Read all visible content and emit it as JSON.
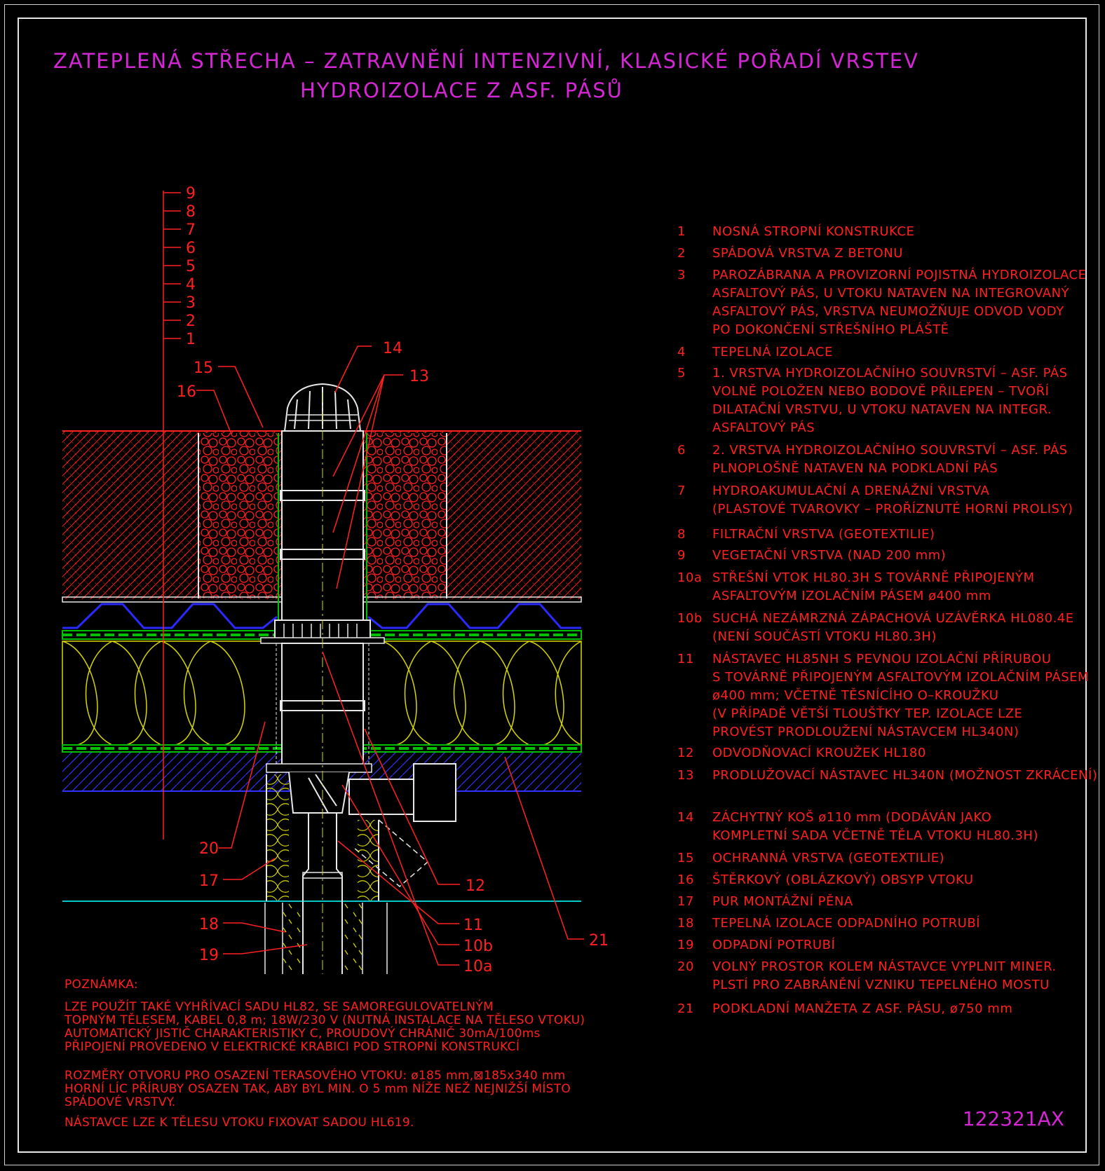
{
  "title": {
    "line1": "ZATEPLENÁ STŘECHA – ZATRAVNĚNÍ INTENZIVNÍ, KLASICKÉ POŘADÍ VRSTEV",
    "line2": "HYDROIZOLACE Z ASF. PÁSŮ"
  },
  "layer_scale": [
    "9",
    "8",
    "7",
    "6",
    "5",
    "4",
    "3",
    "2",
    "1"
  ],
  "callouts": {
    "c14": "14",
    "c13": "13",
    "c15": "15",
    "c16": "16",
    "c20": "20",
    "c17": "17",
    "c18": "18",
    "c19": "19",
    "c12": "12",
    "c11": "11",
    "c10b": "10b",
    "c10a": "10a",
    "c21": "21"
  },
  "legend": [
    {
      "num": "1",
      "text": "NOSNÁ STROPNÍ KONSTRUKCE"
    },
    {
      "num": "2",
      "text": "SPÁDOVÁ VRSTVA Z BETONU"
    },
    {
      "num": "3",
      "text": "PAROZÁBRANA A PROVIZORNÍ POJISTNÁ HYDROIZOLACE\nASFALTOVÝ PÁS, U VTOKU NATAVEN NA INTEGROVANÝ\nASFALTOVÝ PÁS, VRSTVA NEUMOŽŇUJE ODVOD VODY\nPO DOKONČENÍ STŘEŠNÍHO PLÁŠTĚ"
    },
    {
      "num": "4",
      "text": "TEPELNÁ IZOLACE"
    },
    {
      "num": "5",
      "text": "1. VRSTVA HYDROIZOLAČNÍHO SOUVRSTVÍ – ASF. PÁS\nVOLNĚ POLOŽEN NEBO BODOVĚ PŘILEPEN – TVOŘÍ\nDILATAČNÍ VRSTVU, U VTOKU NATAVEN NA INTEGR.\nASFALTOVÝ PÁS"
    },
    {
      "num": "6",
      "text": "2. VRSTVA HYDROIZOLAČNÍHO SOUVRSTVÍ – ASF. PÁS\nPLNOPLOŠNĚ NATAVEN NA PODKLADNÍ PÁS"
    },
    {
      "num": "7",
      "text": "HYDROAKUMULAČNÍ A DRENÁŽNÍ VRSTVA\n(PLASTOVÉ TVAROVKY – PROŘÍZNUTÉ HORNÍ PROLISY)"
    },
    {
      "num": "8",
      "text": "FILTRAČNÍ VRSTVA (GEOTEXTILIE)"
    },
    {
      "num": "9",
      "text": "VEGETAČNÍ VRSTVA (NAD 200 mm)"
    },
    {
      "num": "10a",
      "text": "STŘEŠNÍ VTOK HL80.3H S TOVÁRNĚ PŘIPOJENÝM\nASFALTOVÝM IZOLAČNÍM PÁSEM ø400 mm"
    },
    {
      "num": "10b",
      "text": "SUCHÁ NEZÁMRZNÁ ZÁPACHOVÁ UZÁVĚRKA HL080.4E\n(NENÍ SOUČÁSTÍ VTOKU HL80.3H)"
    },
    {
      "num": "11",
      "text": "NÁSTAVEC HL85NH S PEVNOU IZOLAČNÍ PŘÍRUBOU\nS TOVÁRNĚ PŘIPOJENÝM ASFALTOVÝM IZOLAČNÍM PÁSEM\nø400 mm; VČETNĚ TĚSNÍCÍHO O–KROUŽKU\n(V PŘÍPADĚ VĚTŠÍ TLOUŠŤKY TEP. IZOLACE LZE\nPROVÉST PRODLOUŽENÍ NÁSTAVCEM HL340N)"
    },
    {
      "num": "12",
      "text": "ODVODŇOVACÍ KROUŽEK HL180"
    },
    {
      "num": "13",
      "text": "PRODLUŽOVACÍ NÁSTAVEC HL340N (MOŽNOST ZKRÁCENÍ)"
    },
    {
      "num": "14",
      "text": "ZÁCHYTNÝ KOŠ ø110 mm (DODÁVÁN JAKO\nKOMPLETNÍ SADA VČETNĚ TĚLA VTOKU HL80.3H)"
    },
    {
      "num": "15",
      "text": "OCHRANNÁ VRSTVA (GEOTEXTILIE)"
    },
    {
      "num": "16",
      "text": "ŠTĚRKOVÝ (OBLÁZKOVÝ) OBSYP VTOKU"
    },
    {
      "num": "17",
      "text": "PUR MONTÁŽNÍ PĚNA"
    },
    {
      "num": "18",
      "text": "TEPELNÁ IZOLACE ODPADNÍHO POTRUBÍ"
    },
    {
      "num": "19",
      "text": "ODPADNÍ POTRUBÍ"
    },
    {
      "num": "20",
      "text": "VOLNÝ PROSTOR KOLEM NÁSTAVCE VYPLNIT MINER.\nPLSTÍ PRO ZABRÁNĚNÍ VZNIKU TEPELNÉHO MOSTU"
    },
    {
      "num": "21",
      "text": "PODKLADNÍ MANŽETA Z ASF. PÁSU, ø750 mm"
    }
  ],
  "notes": {
    "heading": "POZNÁMKA:",
    "p1": "LZE POUŽÍT TAKÉ VYHŘÍVACÍ SADU HL82, SE SAMOREGULOVATELNÝM\nTOPNÝM TĚLESEM, KABEL 0,8 m; 18W/230 V (NUTNÁ INSTALACE NA TĚLESO VTOKU)\nAUTOMATICKÝ JISTIČ CHARAKTERISTIKY C, PROUDOVÝ CHRÁNIČ 30mA/100ms\nPŘIPOJENÍ PROVEDENO V ELEKTRICKÉ KRABICI POD STROPNÍ KONSTRUKCÍ",
    "p2": "ROZMĚRY OTVORU PRO OSAZENÍ TERASOVÉHO VTOKU: ø185 mm,⊠185x340 mm\nHORNÍ LÍC PŘÍRUBY OSAZEN TAK, ABY BYL MIN. O 5 mm NÍŽE NEŽ NEJNIŽŠÍ MÍSTO\nSPÁDOVÉ VRSTVY.",
    "p3": "NÁSTAVCE LZE K TĚLESU VTOKU FIXOVAT SADOU HL619."
  },
  "drawing_code": "122321AX",
  "colors": {
    "background": "#000000",
    "title": "#d426d4",
    "text": "#ff2020",
    "insulation": "#d8d800",
    "membrane": "#00c000",
    "drainage": "#2a2aff",
    "concrete": "#3030ff",
    "ceiling_line": "#00c8c8",
    "drain_body": "#e8e8e8"
  }
}
